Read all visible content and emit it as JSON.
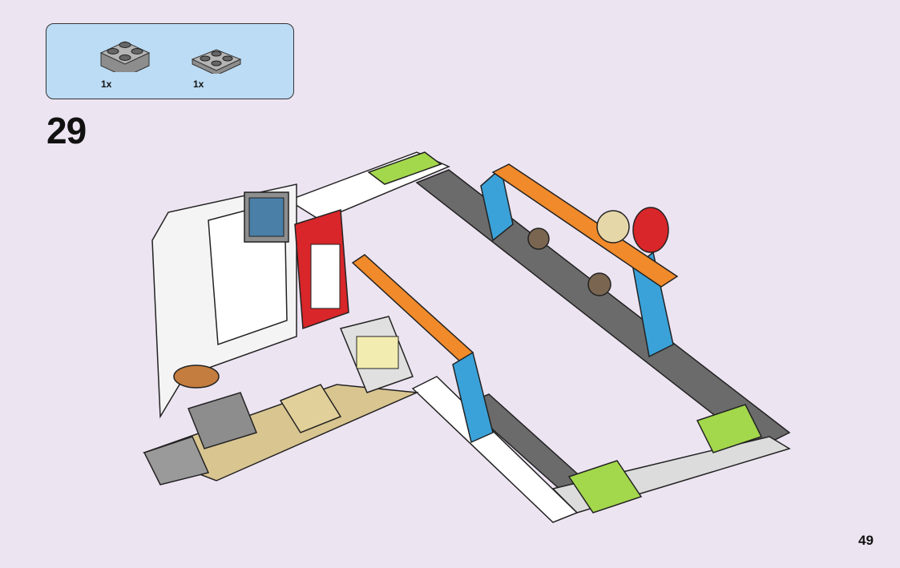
{
  "parts_callout": {
    "items": [
      {
        "name": "brick-2x2-gray-icon",
        "count": "1x",
        "color": "#a8a8a8"
      },
      {
        "name": "plate-2x2-gray-icon",
        "count": "1x",
        "color": "#a8a8a8"
      }
    ]
  },
  "step": {
    "number": "29"
  },
  "page": {
    "number": "49"
  },
  "colors": {
    "background": "#ede4f2",
    "callout_bg": "#bcdcf5",
    "dark_gray": "#6b6b6b",
    "white": "#ffffff",
    "orange": "#f08a2a",
    "azure": "#3aa2d8",
    "lime": "#a4d84c",
    "red": "#d8262a",
    "tan": "#d9c590"
  }
}
